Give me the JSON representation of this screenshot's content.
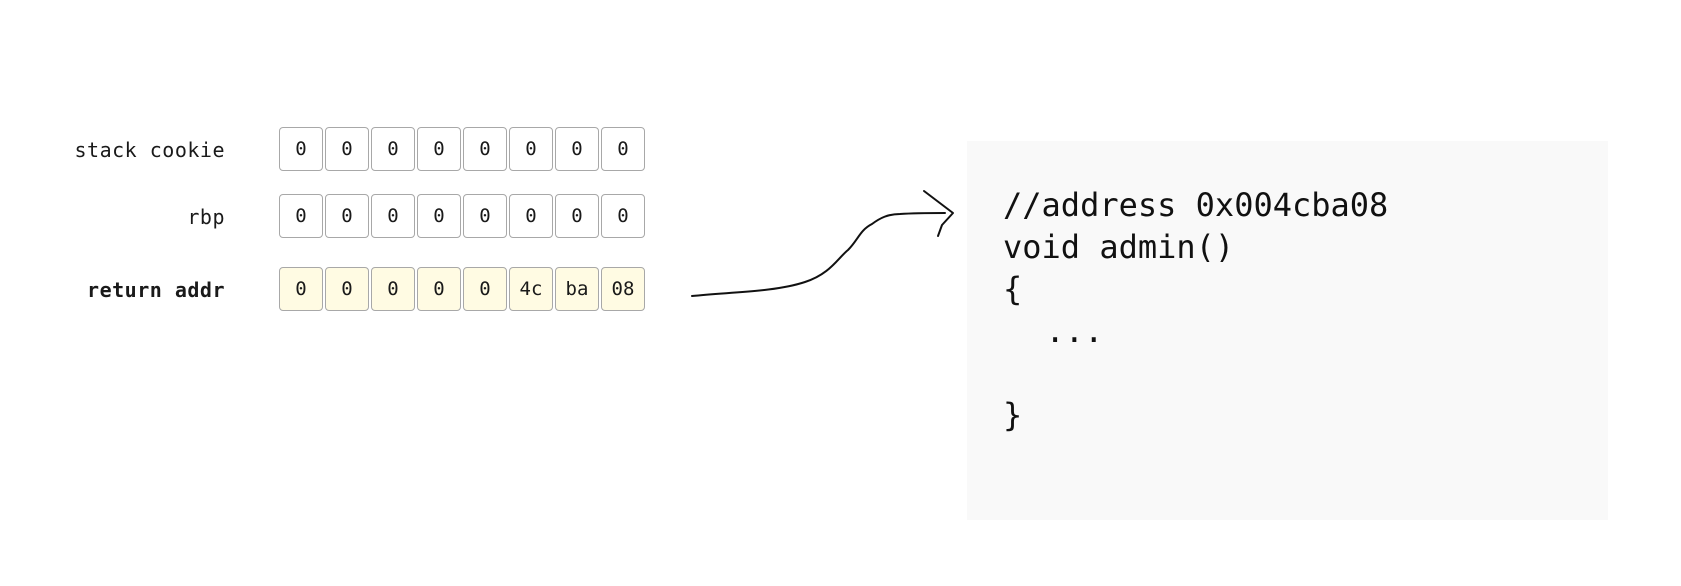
{
  "stack": {
    "rows": [
      {
        "label": "stack cookie",
        "bytes": [
          "0",
          "0",
          "0",
          "0",
          "0",
          "0",
          "0",
          "0"
        ]
      },
      {
        "label": "rbp",
        "bytes": [
          "0",
          "0",
          "0",
          "0",
          "0",
          "0",
          "0",
          "0"
        ]
      },
      {
        "label": "return addr",
        "bytes": [
          "0",
          "0",
          "0",
          "0",
          "0",
          "4c",
          "ba",
          "08"
        ]
      }
    ]
  },
  "code": {
    "lines": [
      "//address 0x004cba08",
      "void admin()",
      "{",
      "  ...",
      "",
      "}"
    ]
  },
  "colors": {
    "highlight": "#fffbe3",
    "cell_border": "#a8a8a8",
    "panel_bg": "#f9f9f9"
  }
}
